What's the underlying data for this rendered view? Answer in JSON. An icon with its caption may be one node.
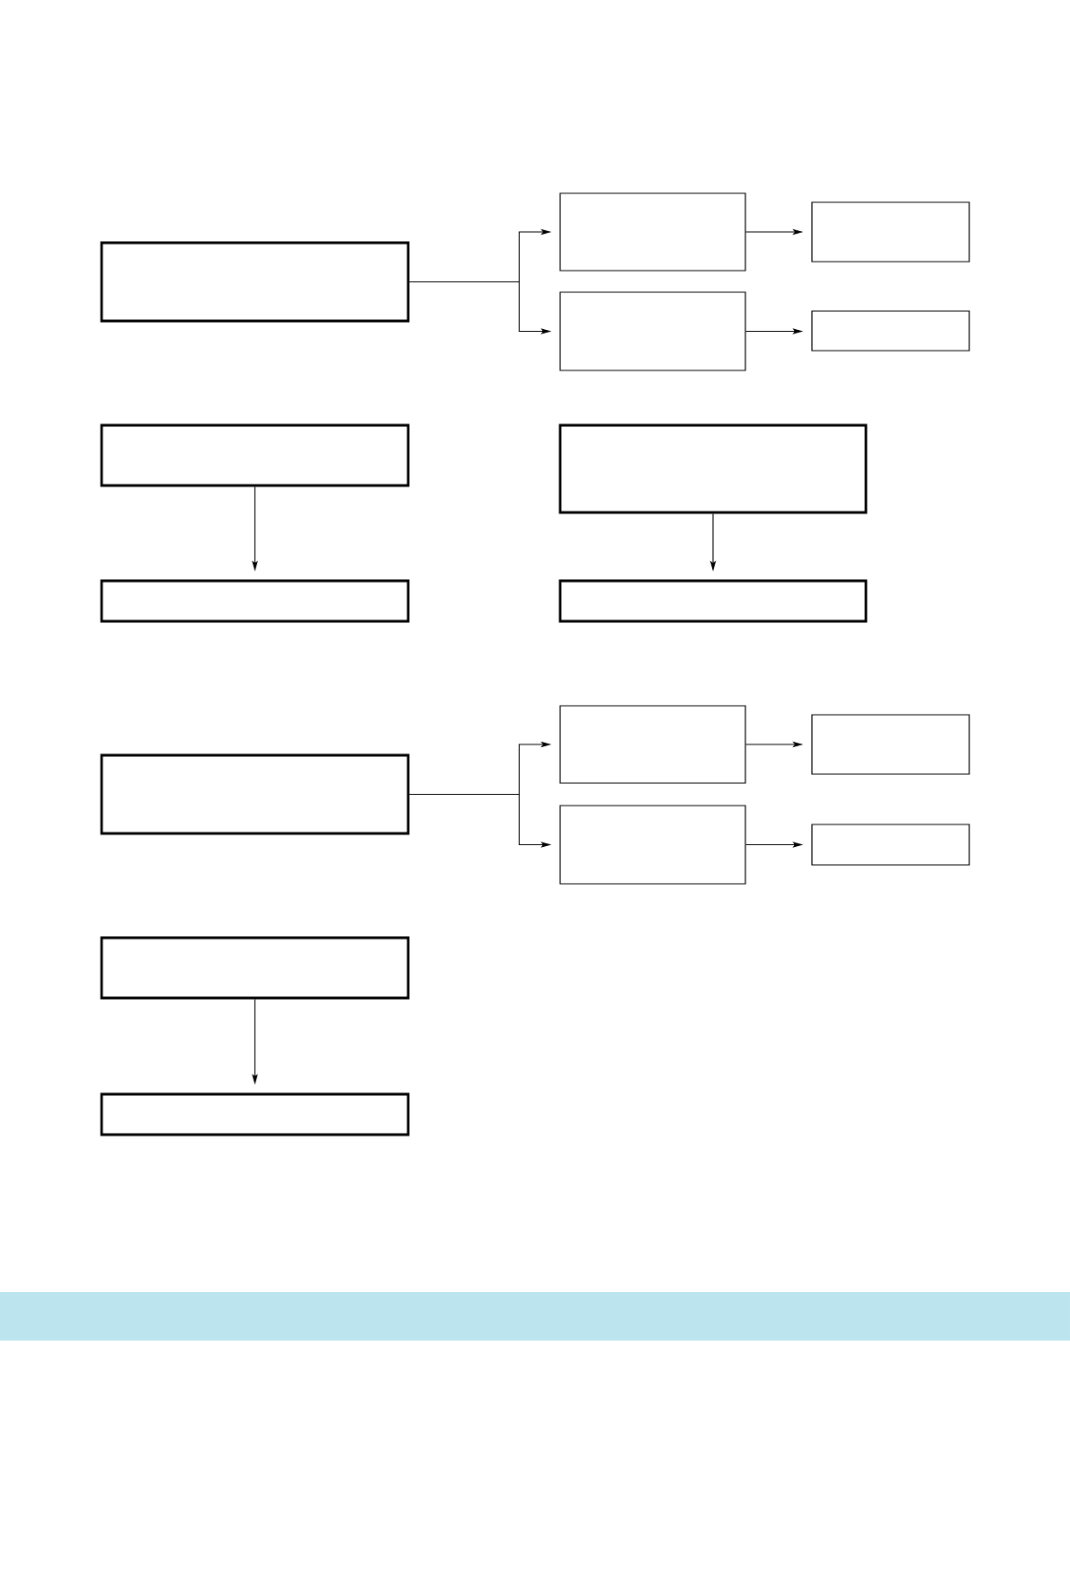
{
  "diagram": {
    "nodes": [
      {
        "text": [],
        "shape": "box"
      },
      {
        "text": [],
        "shape": "box"
      },
      {
        "text": [],
        "shape": "box"
      },
      {
        "text": [],
        "shape": "box"
      },
      {
        "text": [],
        "shape": "box"
      },
      {
        "text": [],
        "shape": "box"
      },
      {
        "text": [],
        "shape": "box"
      },
      {
        "text": [],
        "shape": "box"
      },
      {
        "text": [],
        "shape": "box"
      },
      {
        "text": [],
        "shape": "box"
      },
      {
        "text": [],
        "shape": "box"
      },
      {
        "text": [],
        "shape": "box"
      },
      {
        "text": [],
        "shape": "box"
      },
      {
        "text": [],
        "shape": "box"
      },
      {
        "text": [],
        "shape": "box"
      },
      {
        "text": [],
        "shape": "box"
      }
    ],
    "edges": [
      {
        "from": 0,
        "to": 1,
        "arrow": "to"
      },
      {
        "from": 0,
        "to": 2,
        "arrow": "to"
      },
      {
        "from": 1,
        "to": 3,
        "arrow": "to"
      },
      {
        "from": 2,
        "to": 4,
        "arrow": "to"
      },
      {
        "from": 5,
        "to": 6,
        "arrow": "to"
      },
      {
        "from": 7,
        "to": 8,
        "arrow": "to"
      },
      {
        "from": 9,
        "to": 10,
        "arrow": "to"
      },
      {
        "from": 9,
        "to": 11,
        "arrow": "to"
      },
      {
        "from": 10,
        "to": 12,
        "arrow": "to"
      },
      {
        "from": 11,
        "to": 13,
        "arrow": "to"
      },
      {
        "from": 14,
        "to": 15,
        "arrow": "to"
      }
    ]
  }
}
